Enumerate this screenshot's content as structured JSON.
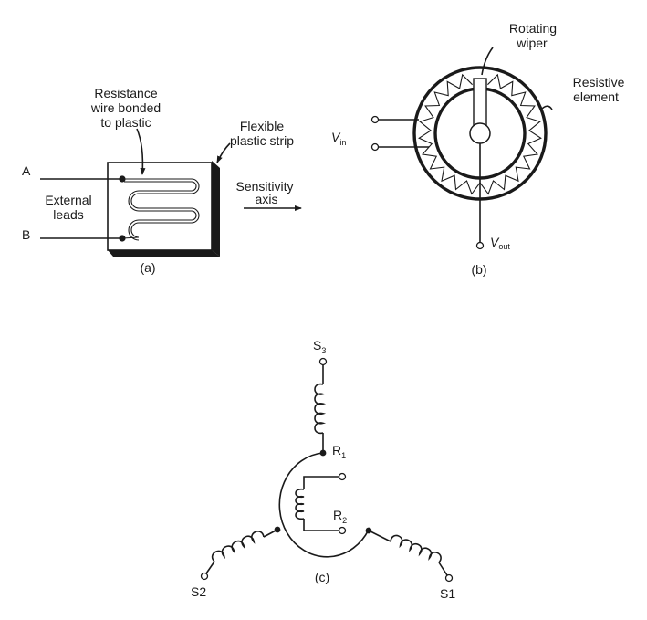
{
  "panel_a": {
    "label_resistance": [
      "Resistance",
      "wire bonded",
      "to plastic"
    ],
    "label_flexible": [
      "Flexible",
      "plastic strip"
    ],
    "label_a": "A",
    "label_b": "B",
    "label_external": [
      "External",
      "leads"
    ],
    "label_sensitivity": [
      "Sensitivity",
      "axis"
    ],
    "caption": "(a)"
  },
  "panel_b": {
    "label_rotating": [
      "Rotating",
      "wiper"
    ],
    "label_resistive": [
      "Resistive",
      "element"
    ],
    "label_vin_main": "V",
    "label_vin_sub": "in",
    "label_vout_main": "V",
    "label_vout_sub": "out",
    "caption": "(b)"
  },
  "panel_c": {
    "s3_main": "S",
    "s3_sub": "3",
    "r1_main": "R",
    "r1_sub": "1",
    "r2_main": "R",
    "r2_sub": "2",
    "s2_main": "S",
    "s2_sub": "2",
    "s1_main": "S",
    "s1_sub": "1",
    "caption": "(c)"
  }
}
